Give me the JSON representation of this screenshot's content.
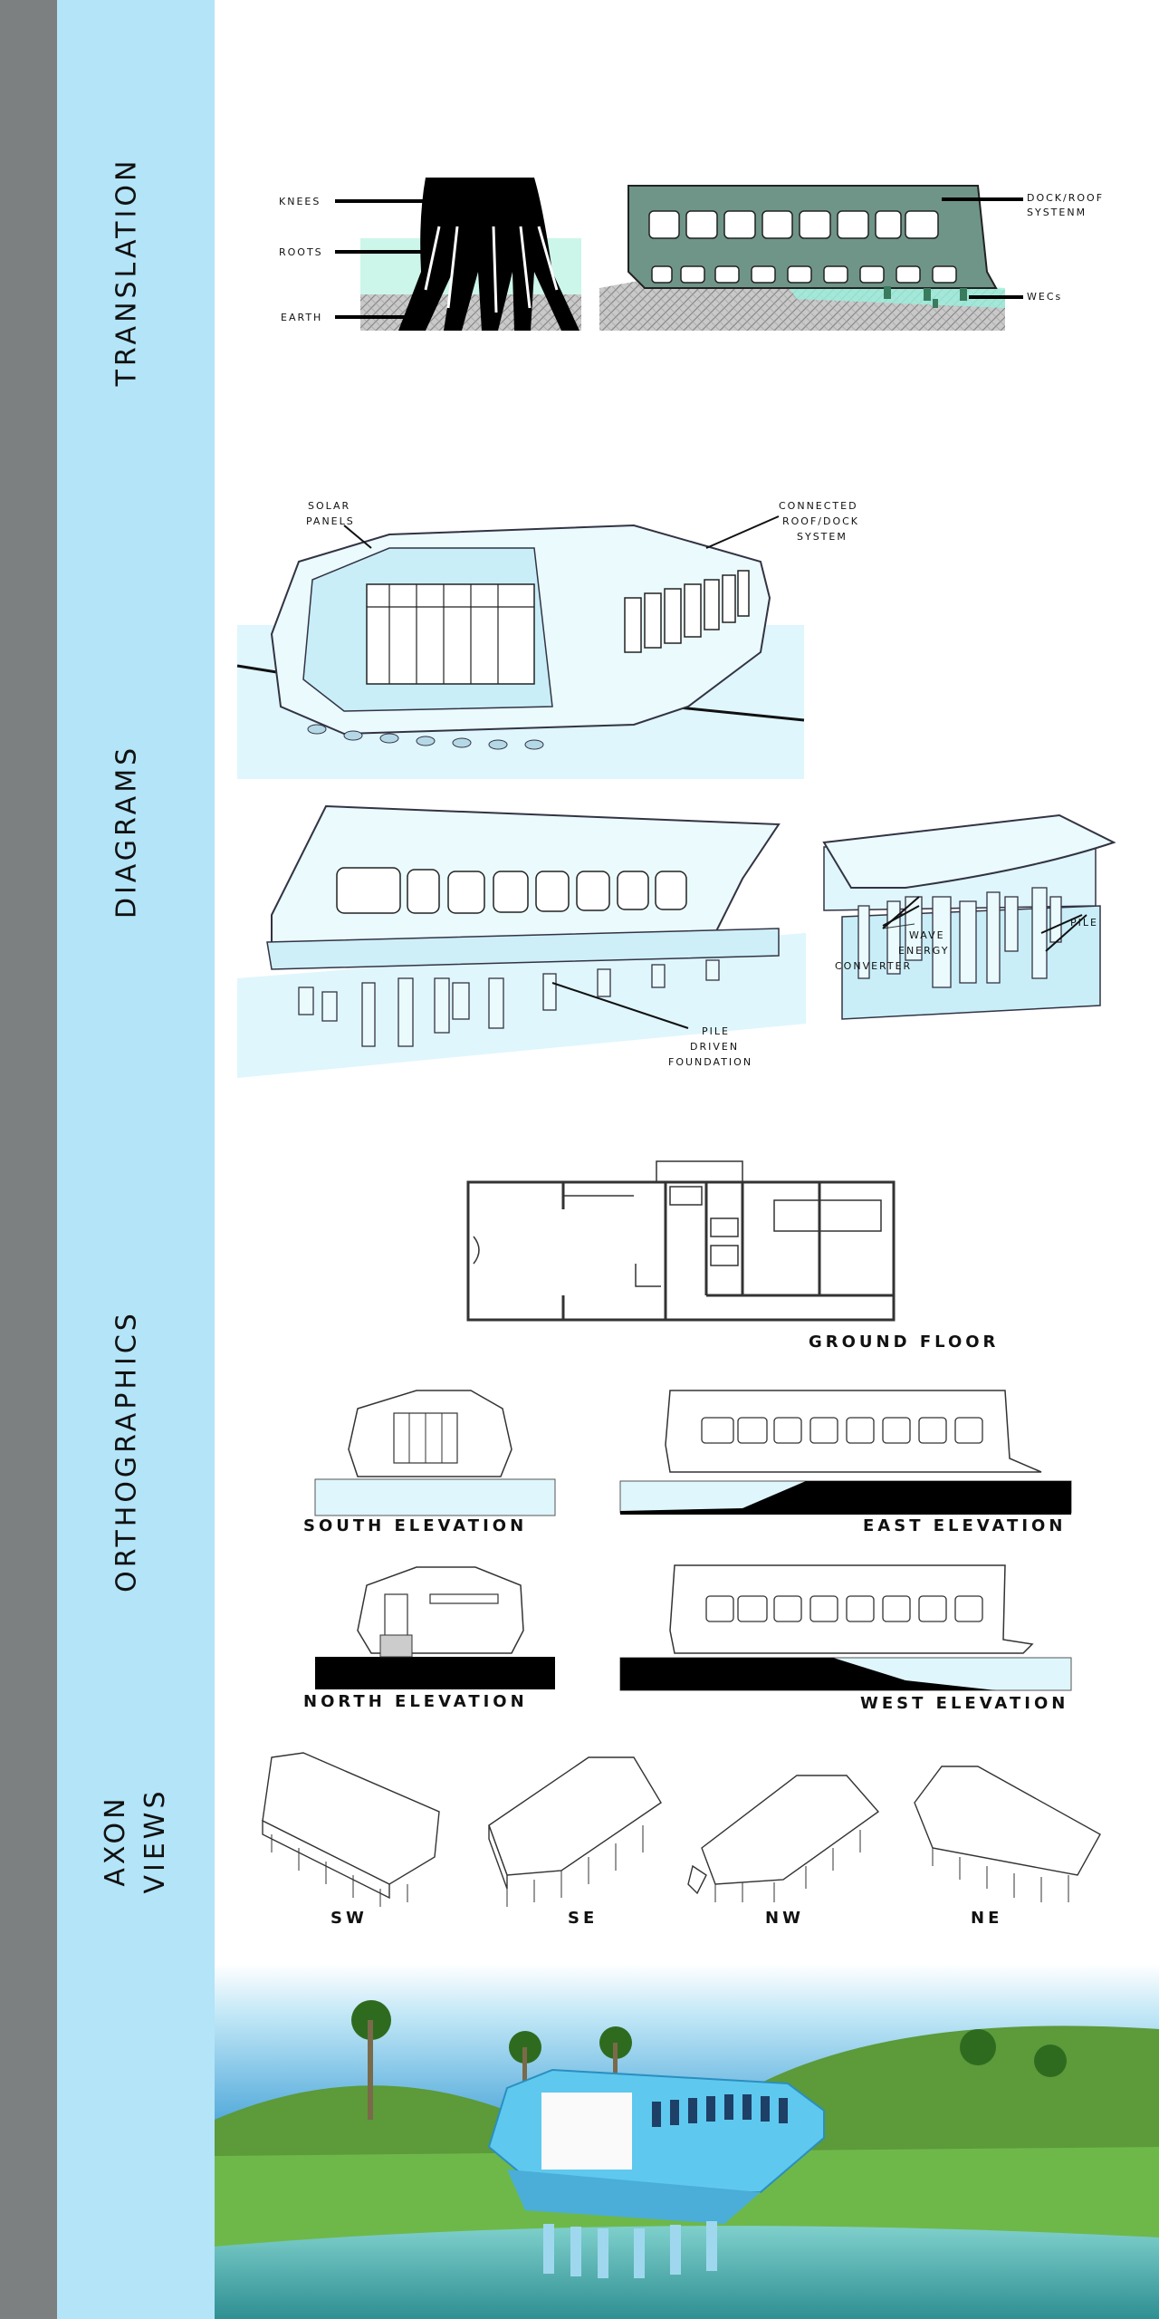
{
  "sections": {
    "translation": "TRANSLATION",
    "diagrams": "DIAGRAMS",
    "orthographics": "ORTHOGRAPHICS",
    "axon_line1": "AXON",
    "axon_line2": "VIEWS"
  },
  "translation_labels": {
    "knees": "KNEES",
    "roots": "ROOTS",
    "earth": "EARTH",
    "dock_roof_1": "DOCK/ROOF",
    "dock_roof_2": "SYSTENM",
    "wecs": "WECs"
  },
  "diagram_labels": {
    "solar_1": "SOLAR",
    "solar_2": "PANELS",
    "connected_1": "CONNECTED",
    "connected_2": "ROOF/DOCK",
    "connected_3": "SYSTEM",
    "wave_1": "WAVE",
    "wave_2": "ENERGY",
    "wave_3": "CONVERTER",
    "pile": "PILE",
    "pile_driven_1": "PILE",
    "pile_driven_2": "DRIVEN",
    "pile_driven_3": "FOUNDATION"
  },
  "orthographic_labels": {
    "ground_floor": "GROUND FLOOR",
    "south": "SOUTH ELEVATION",
    "east": "EAST ELEVATION",
    "north": "NORTH ELEVATION",
    "west": "WEST ELEVATION"
  },
  "axon_labels": [
    "SW",
    "SE",
    "NW",
    "NE"
  ],
  "colors": {
    "sidebar_grey": "#7d8080",
    "sidebar_blue": "#b3e4f8",
    "model_fill": "#dff6fc",
    "dock_green": "#6f9588",
    "wec_teal": "#9af0dc"
  }
}
